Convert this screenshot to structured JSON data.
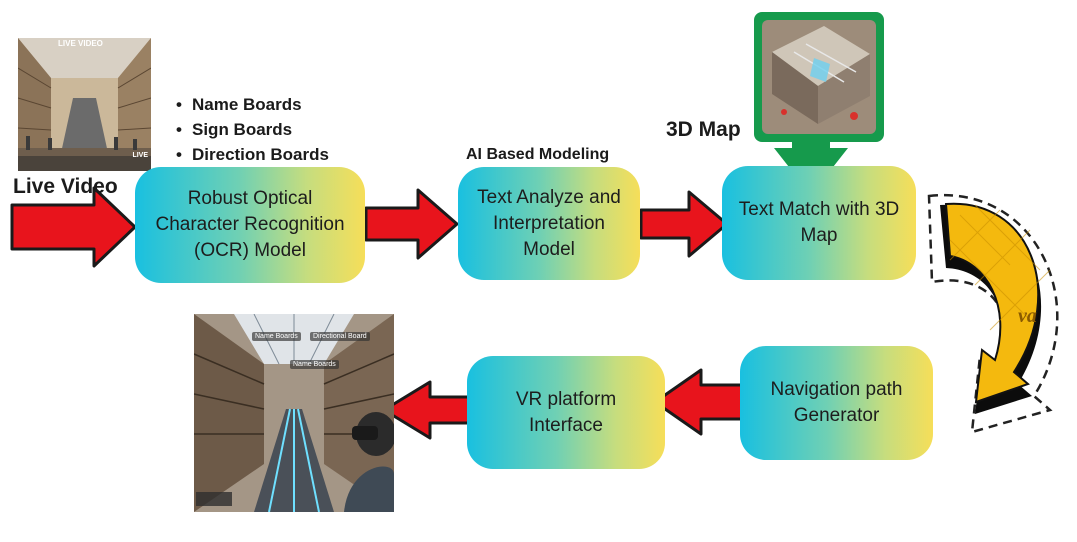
{
  "labels": {
    "live_video": "Live Video",
    "map_3d": "3D Map",
    "ai_modeling": "AI Based Modeling"
  },
  "bullets": [
    "Name Boards",
    "Sign Boards",
    "Direction Boards"
  ],
  "boxes": {
    "ocr": "Robust Optical Character Recognition (OCR) Model",
    "text_analyze": "Text Analyze and Interpretation Model",
    "text_match": "Text Match with 3D Map",
    "nav_path": "Navigation path Generator",
    "vr_platform": "VR platform Interface"
  },
  "thumbnail_text": {
    "live_banner": "LIVE VIDEO",
    "live_corner": "LIVE",
    "vr_labels": [
      "Name Boards",
      "Directional Board",
      "Name Boards"
    ]
  },
  "colors": {
    "box_gradient_start": "#19c0e0",
    "box_gradient_end": "#f6de59",
    "red_arrow": "#e8141c",
    "green_arrow": "#169a4c",
    "yellow_curve": "#f4b90e"
  }
}
